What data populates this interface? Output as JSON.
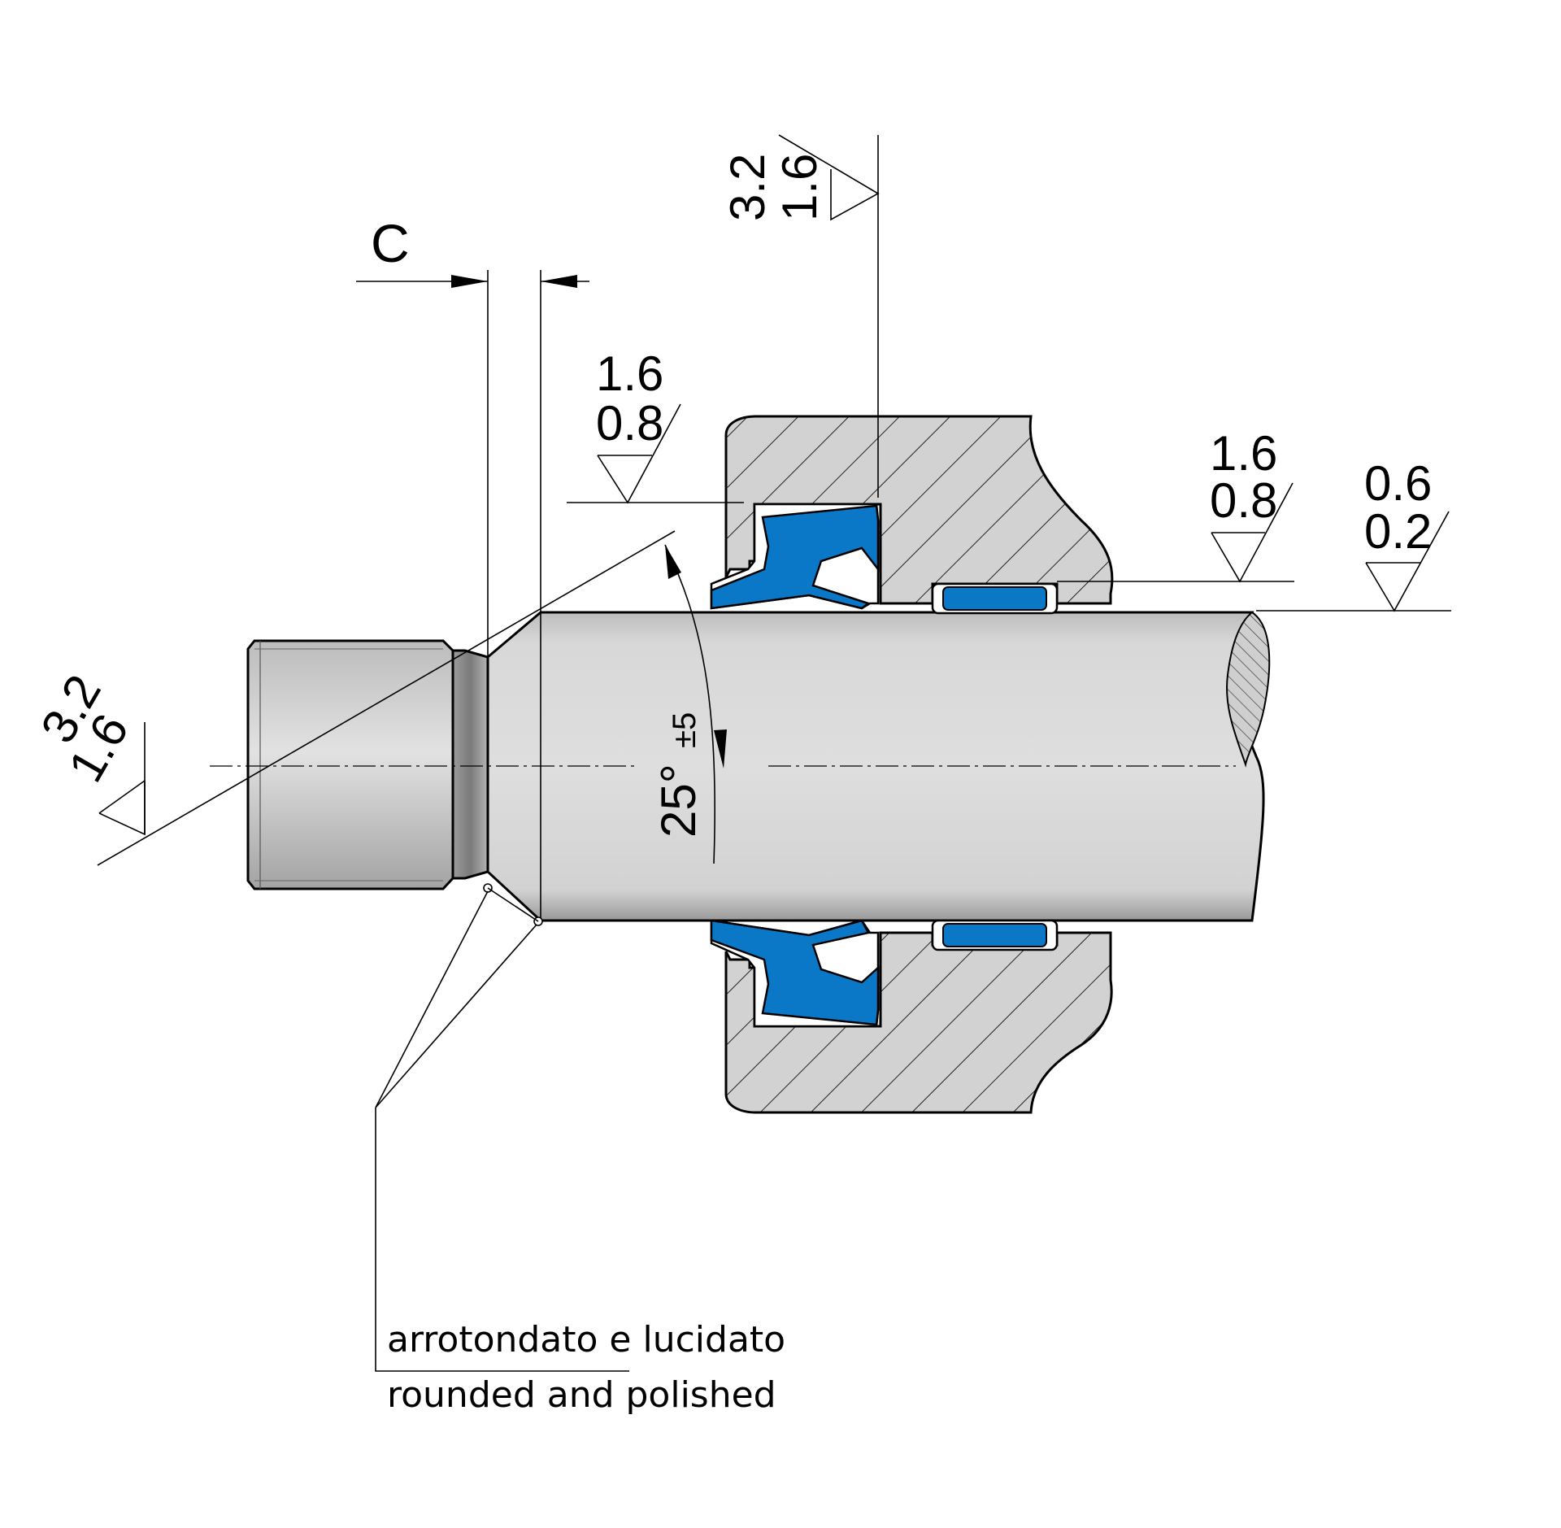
{
  "chamfer_dimension": {
    "label": "C"
  },
  "chamfer_angle": {
    "value": "25°",
    "tolerance": "±5"
  },
  "roughness_symbols": [
    {
      "id": "threaded-end",
      "upper": "3.2",
      "lower": "1.6"
    },
    {
      "id": "seal-groove-top",
      "upper": "3.2",
      "lower": "1.6"
    },
    {
      "id": "seal-groove-bore",
      "upper": "1.6",
      "lower": "0.8"
    },
    {
      "id": "guide-ring-bore",
      "upper": "1.6",
      "lower": "0.8"
    },
    {
      "id": "rod-surface",
      "upper": "0.6",
      "lower": "0.2"
    }
  ],
  "note": {
    "line_it": "arrotondato e lucidato",
    "line_en": "rounded and polished"
  },
  "colors": {
    "seal_blue": "#0a78c6",
    "housing_gray": "#d0d0d0",
    "rod_gray": "#d7d7d7",
    "line": "#000000"
  }
}
